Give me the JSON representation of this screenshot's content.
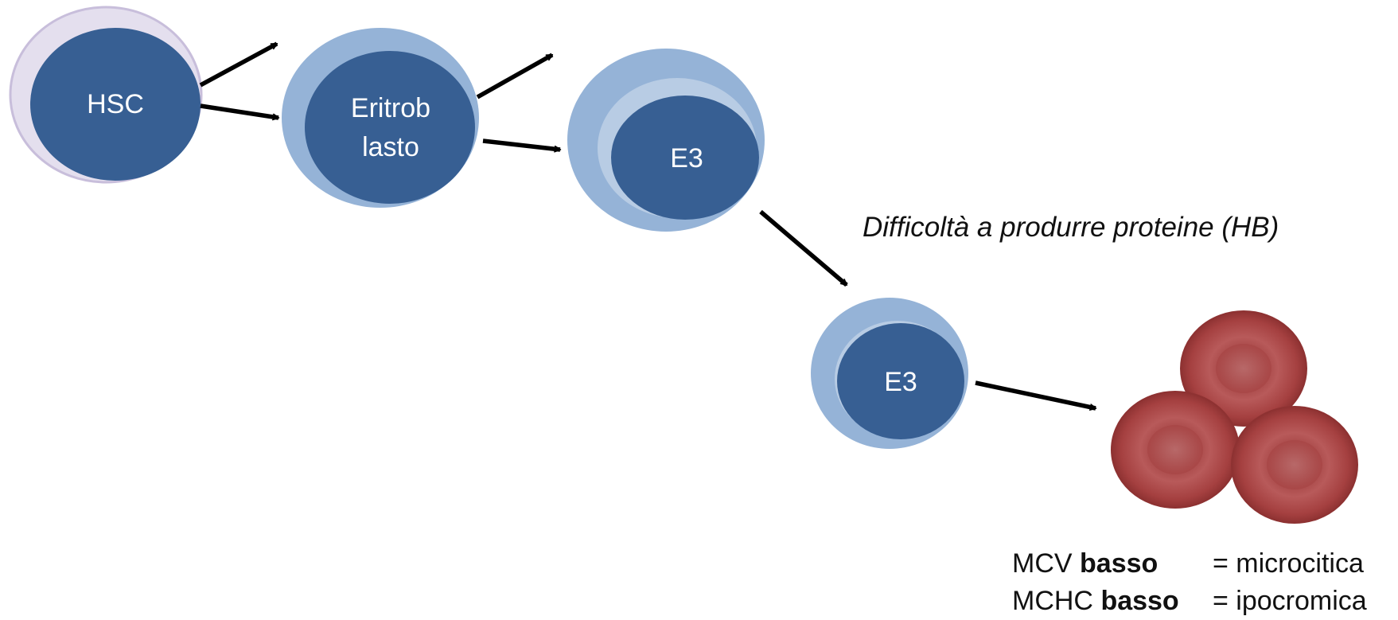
{
  "cells": {
    "hsc": {
      "label": "HSC"
    },
    "eritroblasto": {
      "label_line1": "Eritrob",
      "label_line2": "lasto"
    },
    "e3_first": {
      "label": "E3"
    },
    "e3_second": {
      "label": "E3"
    }
  },
  "caption": "Difficoltà a produrre proteine (HB)",
  "legend": [
    {
      "term": "MCV",
      "qualifier": "basso",
      "meaning": "= microcitica"
    },
    {
      "term": "MCHC",
      "qualifier": "basso",
      "meaning": "= ipocromica"
    }
  ],
  "colors": {
    "nucleus": "#375f93",
    "cytoplasm_outer": "#95b3d7",
    "cytoplasm_inner": "#b8cce4",
    "hsc_outer": "#e4dfee",
    "hsc_outline": "#c8bedb",
    "red_cell": "#a53e3e",
    "arrow": "#000000"
  }
}
